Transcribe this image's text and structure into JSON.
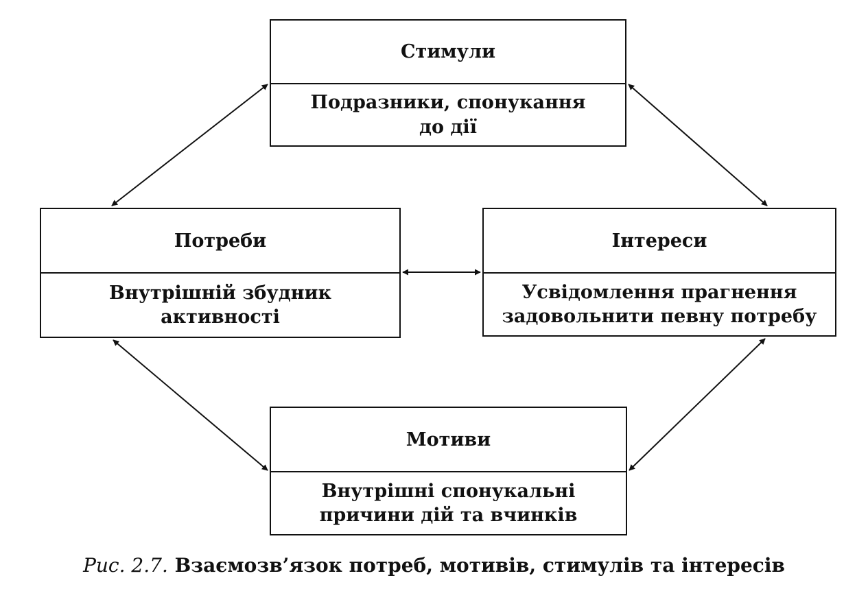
{
  "nodes": {
    "stimuly": {
      "title": "Стимули",
      "description": "Подразники, спонукання\nдо дії"
    },
    "potreby": {
      "title": "Потреби",
      "description": "Внутрішній збудник\nактивності"
    },
    "interesy": {
      "title": "Інтереси",
      "description": "Усвідомлення прагнення\nзадовольнити певну потребу"
    },
    "motyvy": {
      "title": "Мотиви",
      "description": "Внутрішні спонукальні\nпричини дій та вчинків"
    }
  },
  "edges": [
    {
      "from": "Стимули",
      "to": "Потреби",
      "direction": "both"
    },
    {
      "from": "Стимули",
      "to": "Інтереси",
      "direction": "both"
    },
    {
      "from": "Потреби",
      "to": "Інтереси",
      "direction": "both"
    },
    {
      "from": "Потреби",
      "to": "Мотиви",
      "direction": "both"
    },
    {
      "from": "Інтереси",
      "to": "Мотиви",
      "direction": "both"
    }
  ],
  "caption": {
    "prefix": "Рис. 2.7.",
    "text": "Взаємозв’язок потреб, мотивів, стимулів та інтересів"
  }
}
